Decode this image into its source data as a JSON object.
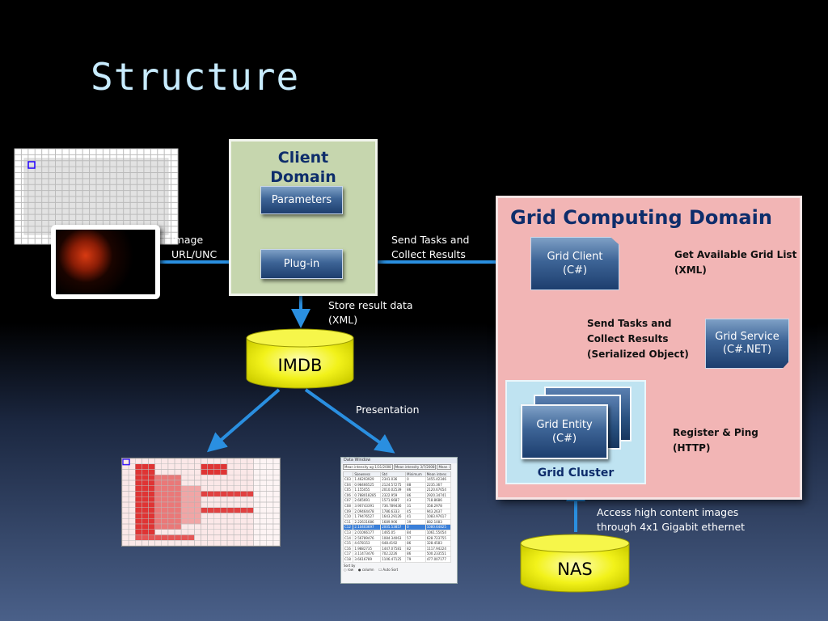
{
  "slide": {
    "title": "Structure"
  },
  "client_domain": {
    "title": "Client\nDomain",
    "parameters_label": "Parameters",
    "plugin_label": "Plug-in"
  },
  "labels": {
    "image_url": "Image\nURL/UNC",
    "send_tasks_client": "Send Tasks and\nCollect Results",
    "store_result": "Store result data\n(XML)",
    "presentation": "Presentation",
    "get_grid_list": "Get Available Grid List\n(XML)",
    "send_tasks_grid": "Send Tasks and\nCollect Results\n(Serialized Object)",
    "register_ping": "Register & Ping\n(HTTP)",
    "access_images": "Access high content images\nthrough 4x1 Gigabit ethernet"
  },
  "grid_domain": {
    "title": "Grid Computing Domain",
    "grid_client": "Grid Client\n(C#)",
    "grid_service": "Grid Service\n(C#.NET)",
    "grid_entity": "Grid Entity\n(C#)",
    "grid_cluster": "Grid Cluster"
  },
  "databases": {
    "imdb": "IMDB",
    "nas": "NAS"
  },
  "colors": {
    "arrow": "#2a8fe0",
    "client_bg": "#c6d6ae",
    "grid_bg": "#f2b5b5",
    "cluster_bg": "#bfe3f1",
    "db": "#f2f21a",
    "title": "#c8ecff"
  },
  "data_window": {
    "title": "Data Window",
    "tabs": [
      "Mean intensity ag-1/31/2008",
      "Mean intensity 3/7/2008",
      "Mean i"
    ],
    "columns": [
      "",
      "Skewness",
      "Std",
      "Minimum",
      "Mean intens"
    ],
    "rows": [
      [
        "C03",
        "1.46293929",
        "2341.036",
        "0",
        "1455.42346"
      ],
      [
        "C04",
        "0.98466525",
        "2124.57275",
        "88",
        "2235.367"
      ],
      [
        "C05",
        "1.155055",
        "2010.02539",
        "86",
        "2120.67654"
      ],
      [
        "C06",
        "0.788018285",
        "2322.959",
        "86",
        "2920.34741"
      ],
      [
        "C07",
        "2.665691",
        "1571.6687",
        "43",
        "718.8686"
      ],
      [
        "C08",
        "3.90743391",
        "736.789436",
        "31",
        "358.2978"
      ],
      [
        "C09",
        "2.09464478",
        "1786.6333",
        "45",
        "943.2637"
      ],
      [
        "C10",
        "1.79476527",
        "1643.29126",
        "41",
        "1083.97617"
      ],
      [
        "C11",
        "2.22631686",
        "1689.906",
        "39",
        "882.1083"
      ],
      [
        "C12",
        "2.10403697",
        "2005.53857",
        "0",
        "1080.64825"
      ],
      [
        "C13",
        "2.01066177",
        "1465.05",
        "84",
        "1061.55054"
      ],
      [
        "C14",
        "2.56789476",
        "1084.34063",
        "57",
        "628.723755"
      ],
      [
        "C15",
        "4.678153",
        "648.4192",
        "86",
        "328.4583"
      ],
      [
        "C16",
        "1.9882735",
        "1447.07581",
        "82",
        "1117.94224"
      ],
      [
        "C17",
        "3.11473476",
        "702.2226",
        "86",
        "500.233551"
      ],
      [
        "C18",
        "3.6616789",
        "1106.47125",
        "79",
        "477.007177"
      ]
    ],
    "sort_by": "Sort by",
    "options": [
      "row",
      "column",
      "Auto Sort"
    ]
  }
}
